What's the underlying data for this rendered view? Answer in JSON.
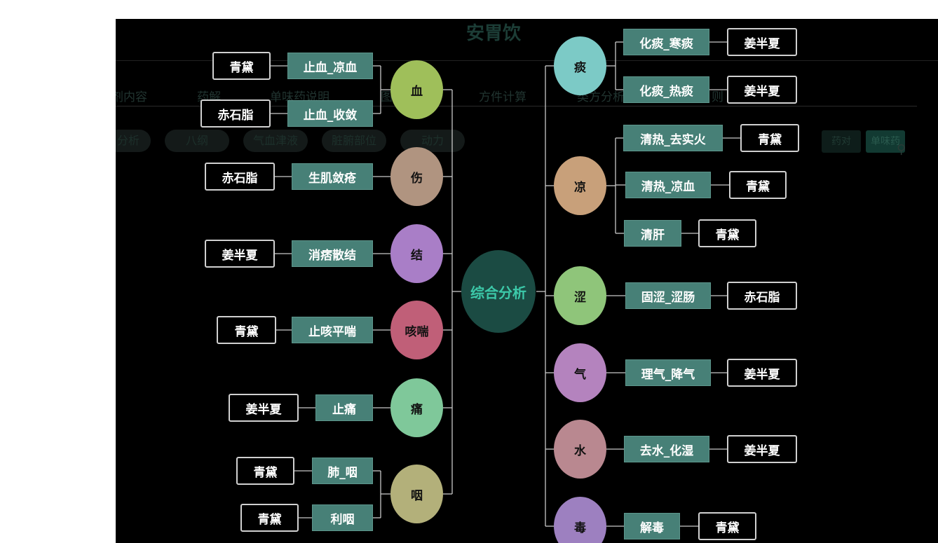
{
  "app": {
    "title": "安胃饮",
    "tabs": [
      "剂内容",
      "药解",
      "单味药说明",
      "图",
      "方件计算",
      "类方分析",
      "则"
    ],
    "pills": [
      "分析",
      "八纲",
      "气血津液",
      "脏腑部位",
      "动力"
    ],
    "side_buttons": [
      "药对",
      "单味药"
    ]
  },
  "mindmap": {
    "center": "综合分析",
    "left": [
      {
        "node": "血",
        "color": "#9fbf5a",
        "children": [
          {
            "cat": "止血_凉血",
            "herb": "青黛"
          },
          {
            "cat": "止血_收敛",
            "herb": "赤石脂"
          }
        ]
      },
      {
        "node": "伤",
        "color": "#b09480",
        "children": [
          {
            "cat": "生肌敛疮",
            "herb": "赤石脂"
          }
        ]
      },
      {
        "node": "结",
        "color": "#a97ec7",
        "children": [
          {
            "cat": "消痞散结",
            "herb": "姜半夏"
          }
        ]
      },
      {
        "node": "咳喘",
        "color": "#c05f78",
        "children": [
          {
            "cat": "止咳平喘",
            "herb": "青黛"
          }
        ]
      },
      {
        "node": "痛",
        "color": "#7fc89a",
        "children": [
          {
            "cat": "止痛",
            "herb": "姜半夏"
          }
        ]
      },
      {
        "node": "咽",
        "color": "#b3b07a",
        "children": [
          {
            "cat": "肺_咽",
            "herb": "青黛"
          },
          {
            "cat": "利咽",
            "herb": "青黛"
          }
        ]
      }
    ],
    "right": [
      {
        "node": "痰",
        "color": "#7ccac6",
        "children": [
          {
            "cat": "化痰_寒痰",
            "herb": "姜半夏"
          },
          {
            "cat": "化痰_热痰",
            "herb": "姜半夏"
          }
        ]
      },
      {
        "node": "凉",
        "color": "#c8a07a",
        "children": [
          {
            "cat": "清热_去实火",
            "herb": "青黛"
          },
          {
            "cat": "清热_凉血",
            "herb": "青黛"
          },
          {
            "cat": "清肝",
            "herb": "青黛"
          }
        ]
      },
      {
        "node": "涩",
        "color": "#8fc57a",
        "children": [
          {
            "cat": "固涩_涩肠",
            "herb": "赤石脂"
          }
        ]
      },
      {
        "node": "气",
        "color": "#b483be",
        "children": [
          {
            "cat": "理气_降气",
            "herb": "姜半夏"
          }
        ]
      },
      {
        "node": "水",
        "color": "#b98890",
        "children": [
          {
            "cat": "去水_化湿",
            "herb": "姜半夏"
          }
        ]
      },
      {
        "node": "毒",
        "color": "#9d80c0",
        "children": [
          {
            "cat": "解毒",
            "herb": "青黛"
          }
        ]
      }
    ]
  }
}
